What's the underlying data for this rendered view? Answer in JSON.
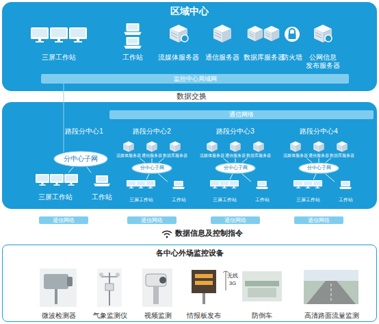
{
  "diagram": {
    "nodes": [
      {
        "text": [
          "区域中心"
        ]
      },
      {
        "text": [
          "三屏工作站"
        ],
        "in": 0
      },
      {
        "text": [
          "工作站"
        ],
        "in": 0
      },
      {
        "text": [
          "流媒体服务器"
        ],
        "in": 0
      },
      {
        "text": [
          "通信服务器"
        ],
        "in": 0
      },
      {
        "text": [
          "数据库服务器"
        ],
        "in": 0
      },
      {
        "text": [
          "防火墙"
        ],
        "in": 0
      },
      {
        "text": [
          "公网信息 发布服务器"
        ],
        "in": 0
      },
      {
        "text": [
          "监控中心局域网"
        ],
        "in": 0
      },
      {
        "text": [
          "通信网络"
        ]
      },
      {
        "text": [
          "分中心子网"
        ]
      },
      {
        "text": [
          "三屏工作站"
        ]
      },
      {
        "text": [
          "工作站"
        ]
      },
      {
        "text": [
          "流媒体服务器"
        ]
      },
      {
        "text": [
          "通信服务器"
        ]
      },
      {
        "text": [
          "数据库服务器"
        ]
      },
      {
        "text": [
          "分中心子网"
        ]
      },
      {
        "text": [
          "三屏工作站"
        ]
      },
      {
        "text": [
          "工作站"
        ]
      },
      {
        "text": [
          "流媒体服务器"
        ]
      },
      {
        "text": [
          "通信服务器"
        ]
      },
      {
        "text": [
          "数据库服务器"
        ]
      },
      {
        "text": [
          "分中心子网"
        ]
      },
      {
        "text": [
          "三屏工作站"
        ]
      },
      {
        "text": [
          "工作站"
        ]
      },
      {
        "text": [
          "流媒体服务器"
        ]
      },
      {
        "text": [
          "通信服务器"
        ]
      },
      {
        "text": [
          "数据库服务器"
        ]
      },
      {
        "text": [
          "分中心子网"
        ]
      },
      {
        "text": [
          "三屏工作站"
        ]
      },
      {
        "text": [
          "工作站"
        ]
      },
      {
        "text": [
          "通信网络"
        ]
      },
      {
        "text": [
          "通信网络"
        ]
      },
      {
        "text": [
          "通信网络"
        ]
      },
      {
        "text": [
          "通信网络"
        ]
      },
      {
        "text": [
          "各中心外场监控设备"
        ]
      },
      {
        "text": [
          "微波检测器"
        ],
        "in": 35
      },
      {
        "text": [
          "气象监测仪"
        ],
        "in": 35
      },
      {
        "text": [
          "视频监测"
        ],
        "in": 35
      },
      {
        "text": [
          "情报板发布"
        ],
        "in": 35
      },
      {
        "text": [
          "防倒车"
        ],
        "in": 35
      },
      {
        "text": [
          "高清路面流量监测"
        ],
        "in": 35
      }
    ],
    "edges": [
      {
        "from": 8,
        "to": 10,
        "arrow": "none"
      },
      {
        "from": 10,
        "to": 11,
        "arrow": "none"
      },
      {
        "from": 10,
        "to": 12,
        "arrow": "none"
      },
      {
        "from": 16,
        "to": 13,
        "arrow": "none"
      },
      {
        "from": 16,
        "to": 14,
        "arrow": "none"
      },
      {
        "from": 16,
        "to": 15,
        "arrow": "none"
      },
      {
        "from": 16,
        "to": 17,
        "arrow": "none"
      },
      {
        "from": 16,
        "to": 18,
        "arrow": "none"
      },
      {
        "from": 22,
        "to": 19,
        "arrow": "none"
      },
      {
        "from": 22,
        "to": 20,
        "arrow": "none"
      },
      {
        "from": 22,
        "to": 21,
        "arrow": "none"
      },
      {
        "from": 22,
        "to": 23,
        "arrow": "none"
      },
      {
        "from": 22,
        "to": 24,
        "arrow": "none"
      },
      {
        "from": 28,
        "to": 25,
        "arrow": "none"
      },
      {
        "from": 28,
        "to": 26,
        "arrow": "none"
      },
      {
        "from": 28,
        "to": 27,
        "arrow": "none"
      },
      {
        "from": 28,
        "to": 29,
        "arrow": "none"
      },
      {
        "from": 28,
        "to": 30,
        "arrow": "none"
      }
    ],
    "labels": [
      "数据交换",
      "路段分中心1",
      "路段分中心2",
      "路段分中心3",
      "路段分中心4",
      "数据信息及控制指令",
      "无线",
      "3G"
    ]
  }
}
